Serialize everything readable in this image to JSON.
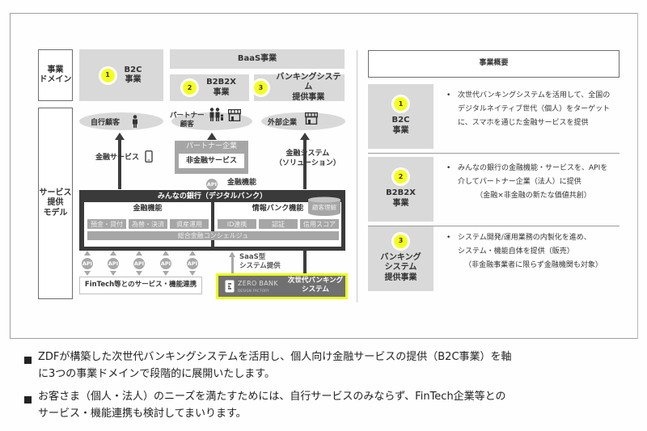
{
  "left_labels": {
    "domain": "事業\nドメイン",
    "service_model": "サービス\n提供\nモデル"
  },
  "domains": {
    "b2c": {
      "badge": "1",
      "label": "B2C\n事業"
    },
    "baas": {
      "label": "BaaS事業"
    },
    "b2b2x": {
      "badge": "2",
      "label": "B2B2X\n事業"
    },
    "banking_system": {
      "badge": "3",
      "label": "バンキングシステム\n提供事業"
    }
  },
  "customers": {
    "own": "自行顧客",
    "partner": "パートナー\n顧客",
    "external": "外部企業"
  },
  "flows": {
    "financial_service": "金融サービス",
    "partner_company": "パートナー企業",
    "non_financial_service": "非金融サービス",
    "financial_function": "金融機能",
    "financial_system": "金融システム\n（ソリューション）",
    "saas": "SaaS型\nシステム提供"
  },
  "bank": {
    "title": "みんなの銀行（デジタルバンク）",
    "customer_understanding": "顧客理解",
    "financial_functions": {
      "title": "金融機能",
      "items": [
        "預金・貸付",
        "為替・決済",
        "資産運用"
      ]
    },
    "info_bank": {
      "title": "情報バンク機能",
      "items": [
        "ID連携",
        "認証",
        "信用スコア"
      ]
    },
    "concierge": "総合金融コンシェルジュ"
  },
  "api_label": "API",
  "api_count": 5,
  "fintech": "FinTech等とのサービス・機能連携",
  "zerobank": {
    "logo_main": "ZERO BANK",
    "logo_sub": "DESIGN FACTORY",
    "label": "次世代バンキング\nシステム",
    "highlight_color": "#f0ff1e"
  },
  "overview": {
    "header": "事業概要",
    "rows": [
      {
        "badge": "1",
        "label": "B2C\n事業",
        "bullet": "次世代バンキングシステムを活用して、全国の\nデジタルネイティブ世代（個人）をターゲット\nに、スマホを通じた金融サービスを提供",
        "note": ""
      },
      {
        "badge": "2",
        "label": "B2B2X\n事業",
        "bullet": "みんなの銀行の金融機能・サービスを、APIを\n介してパートナー企業（法人）に提供",
        "note": "（金融×非金融の新たな価値共創）"
      },
      {
        "badge": "3",
        "label": "バンキング\nシステム\n提供事業",
        "bullet": "システム開発/運用業務の内製化を進め、\nシステム・機能自体を提供（販売）",
        "note": "（非金融事業者に限らず金融機関も対象）"
      }
    ]
  },
  "summary": [
    "ZDFが構築した次世代バンキングシステムを活用し、個人向け金融サービスの提供（B2C事業）を軸\nに3つの事業ドメインで段階的に展開いたします。",
    "お客さま（個人・法人）のニーズを満たすためには、自行サービスのみならず、FinTech企業等との\nサービス・機能連携も検討してまいります。"
  ]
}
